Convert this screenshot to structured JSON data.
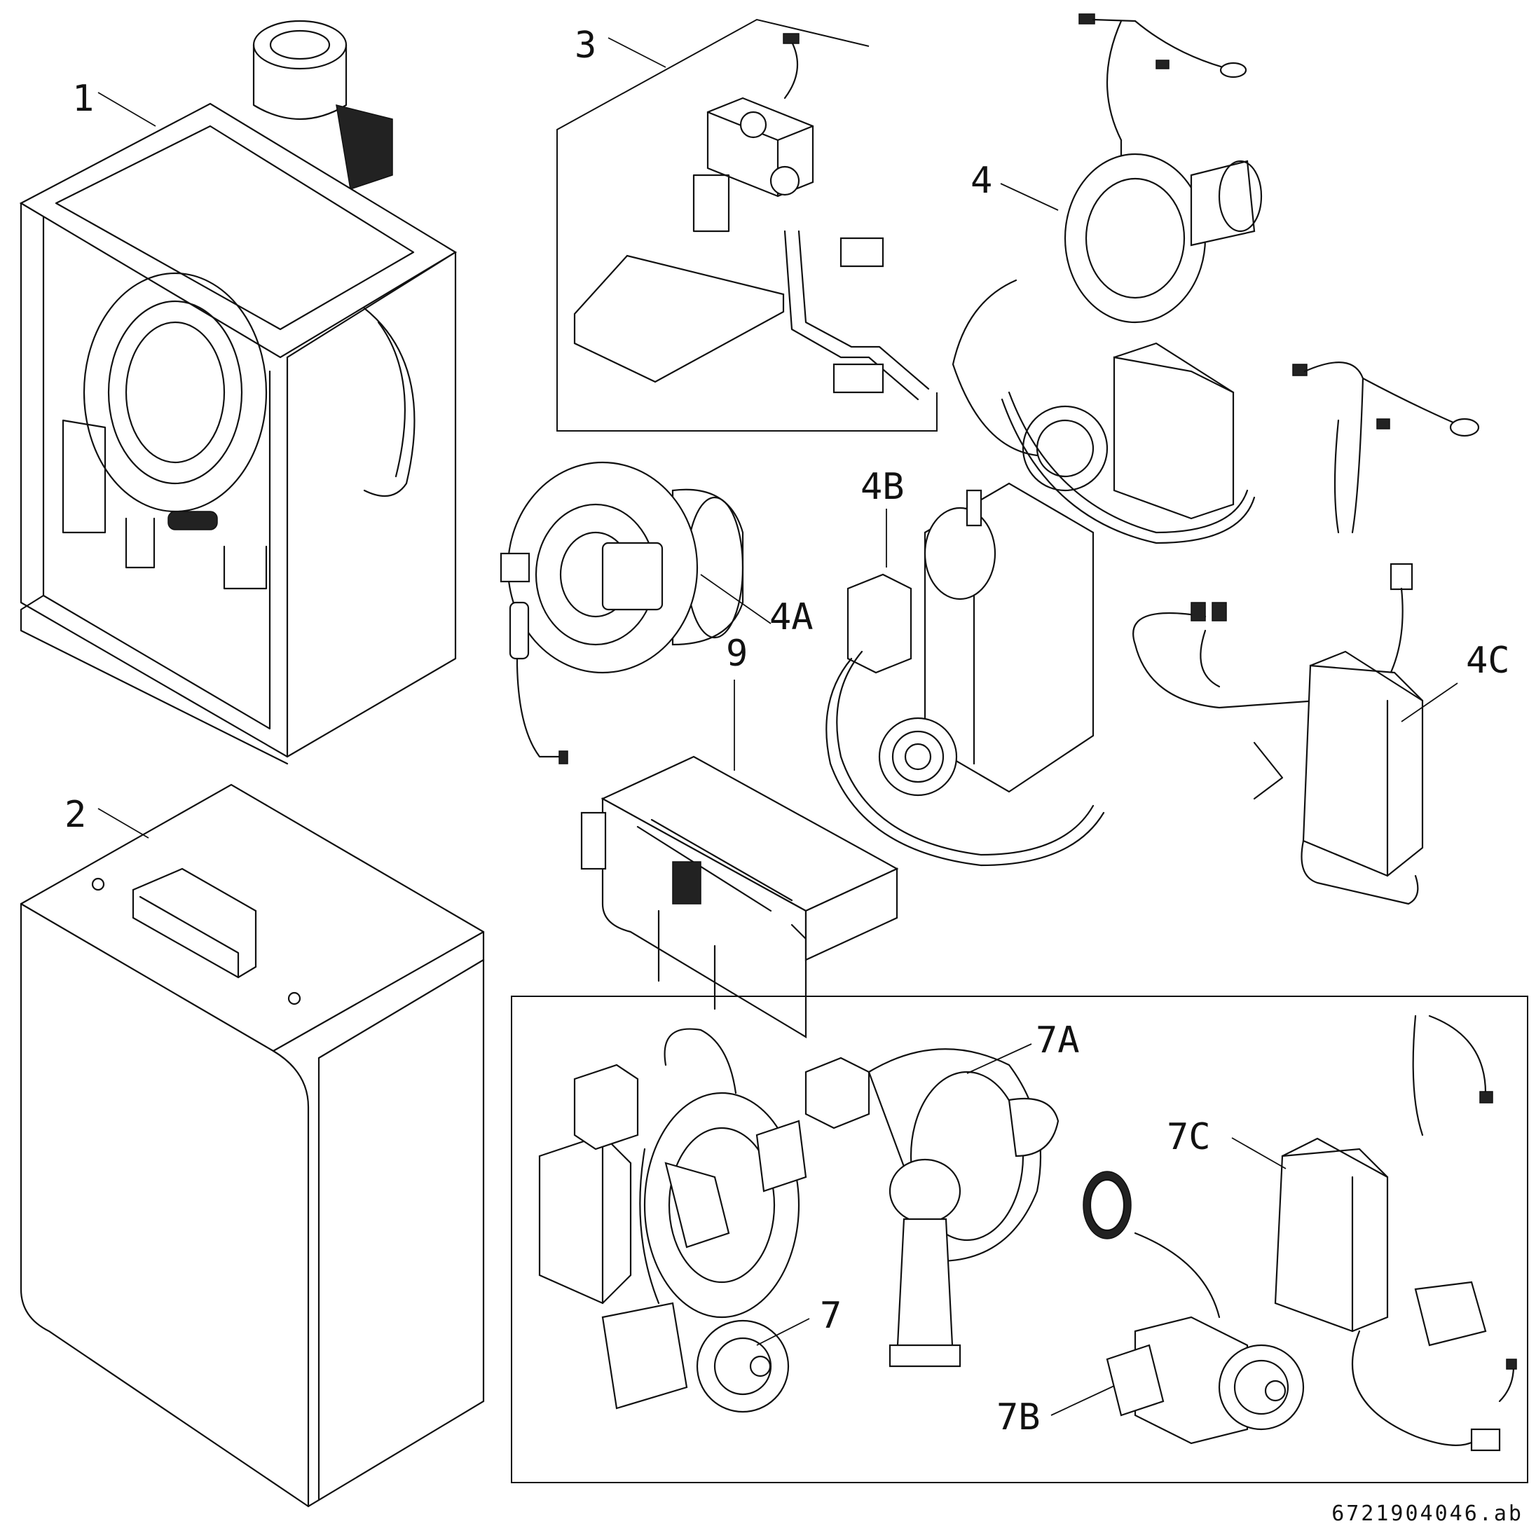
{
  "labels": {
    "p1": "1",
    "p2": "2",
    "p3": "3",
    "p4": "4",
    "p4a": "4A",
    "p4b": "4B",
    "p4c": "4C",
    "p7": "7",
    "p7a": "7A",
    "p7b": "7B",
    "p7c": "7C",
    "p9": "9"
  },
  "drawing_reference": "6721904046.ab"
}
